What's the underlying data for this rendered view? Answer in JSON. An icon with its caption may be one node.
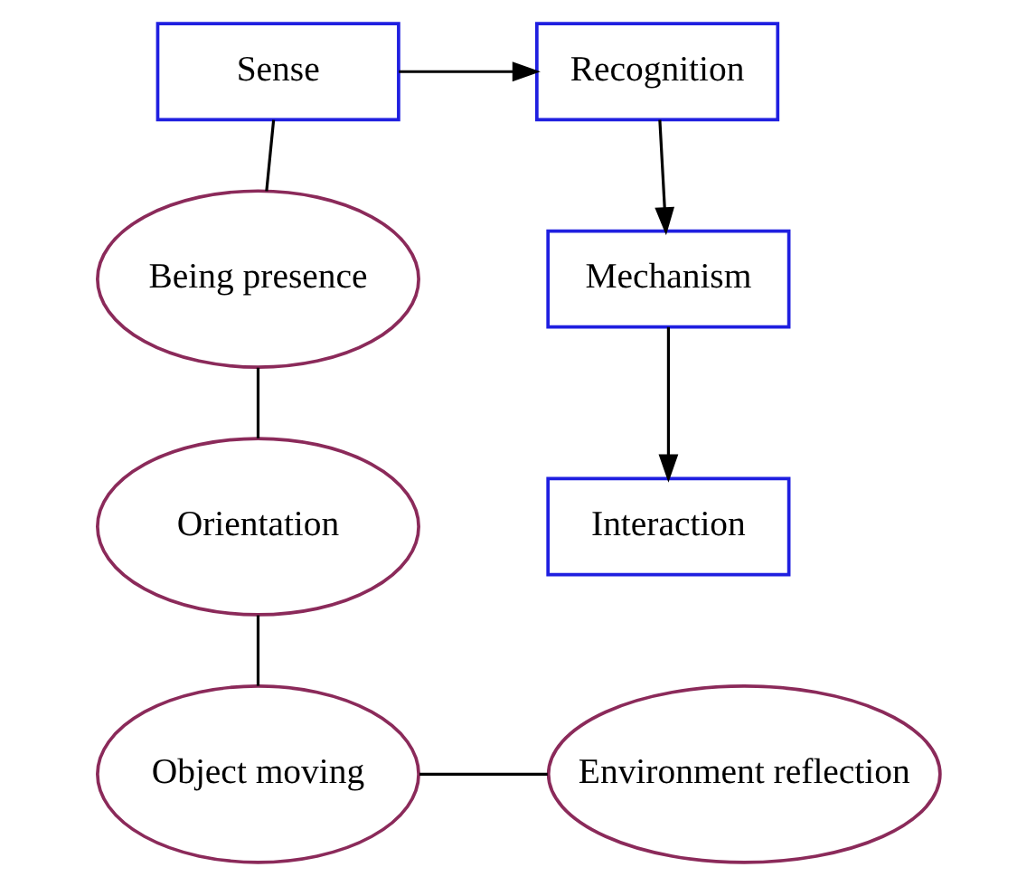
{
  "diagram": {
    "nodes": [
      {
        "text": [
          "Sense"
        ]
      },
      {
        "text": [
          "Recognition"
        ]
      },
      {
        "text": [
          "Mechanism"
        ]
      },
      {
        "text": [
          "Interaction"
        ]
      },
      {
        "text": [
          "Being presence"
        ]
      },
      {
        "text": [
          "Orientation"
        ]
      },
      {
        "text": [
          "Object moving"
        ]
      },
      {
        "text": [
          "Environment reflection"
        ]
      }
    ],
    "edges": [
      {
        "from": 0,
        "to": 1,
        "arrow": "to"
      },
      {
        "from": 1,
        "to": 2,
        "arrow": "to"
      },
      {
        "from": 2,
        "to": 3,
        "arrow": "to"
      },
      {
        "from": 0,
        "to": 4,
        "arrow": "none"
      },
      {
        "from": 4,
        "to": 5,
        "arrow": "none"
      },
      {
        "from": 5,
        "to": 6,
        "arrow": "none"
      },
      {
        "from": 6,
        "to": 7,
        "arrow": "none"
      }
    ]
  }
}
